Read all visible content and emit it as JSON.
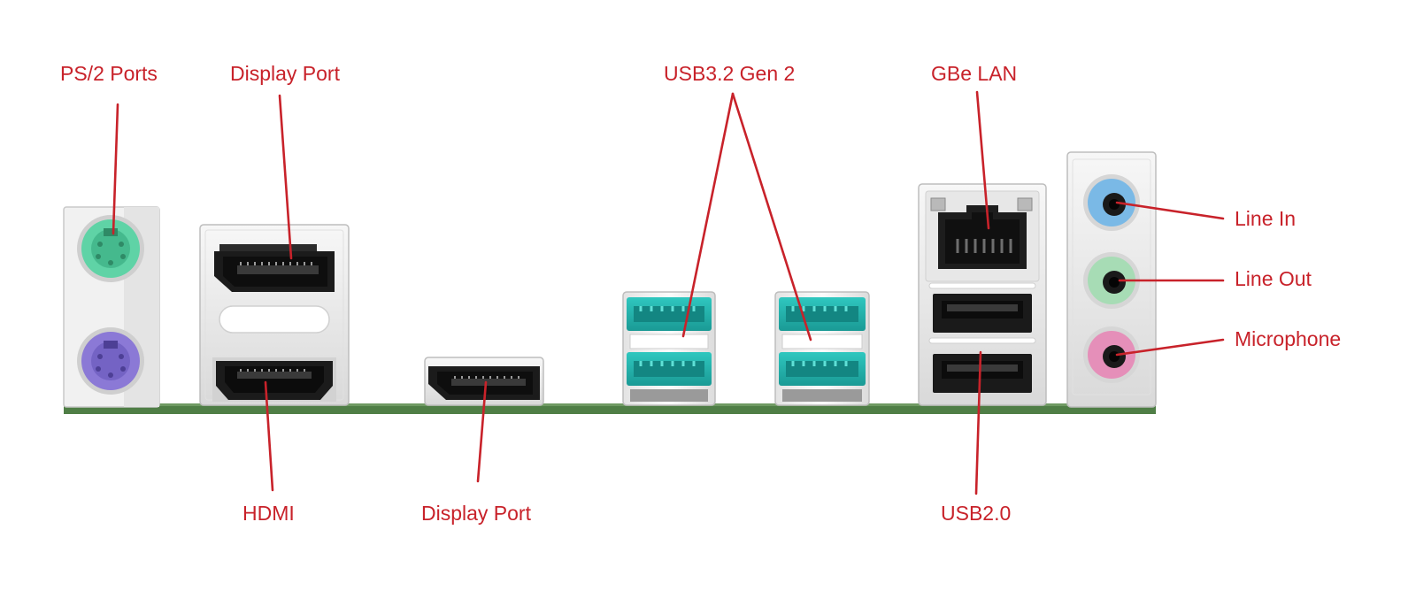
{
  "labels": {
    "ps2": "PS/2 Ports",
    "dp_top": "Display Port",
    "usb32": "USB3.2 Gen 2",
    "lan": "GBe LAN",
    "line_in": "Line In",
    "line_out": "Line Out",
    "mic": "Microphone",
    "hdmi": "HDMI",
    "dp_bottom": "Display Port",
    "usb20": "USB2.0"
  },
  "colors": {
    "label": "#c8222a",
    "ps2_mouse": "#5fd3a6",
    "ps2_keyboard": "#8b79d6",
    "usb3": "#23b3ad",
    "line_in_jack": "#7ab9e6",
    "line_out_jack": "#a7dcb5",
    "mic_jack": "#e58fb9",
    "pcb": "#4f7e46"
  }
}
